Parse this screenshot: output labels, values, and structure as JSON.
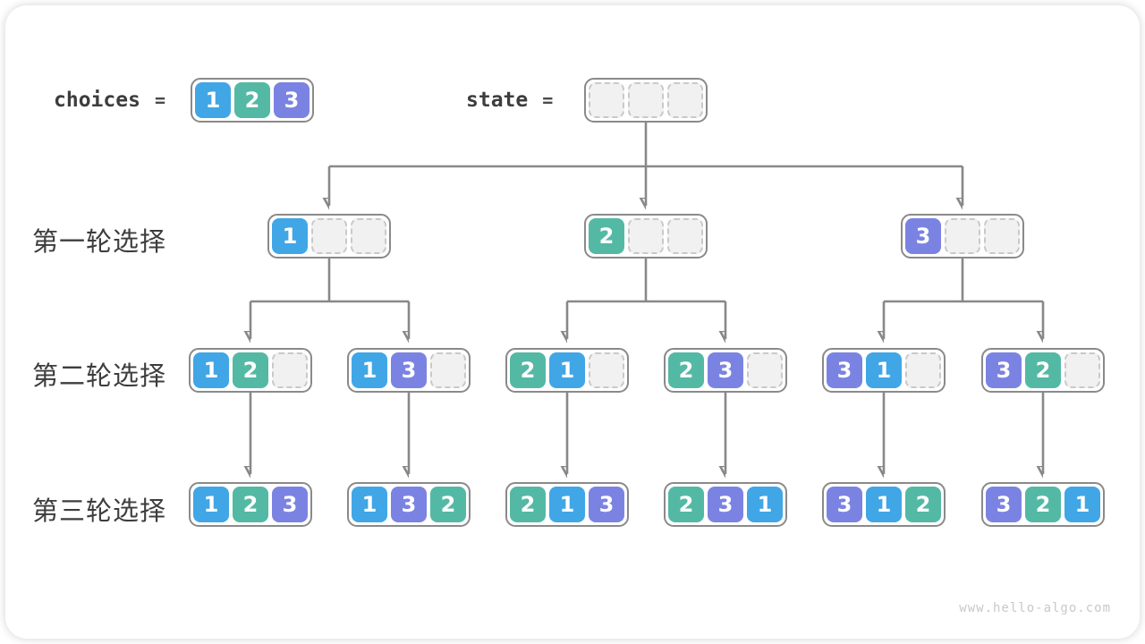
{
  "colors": {
    "c1": "#41a6e6",
    "c2": "#54b9a4",
    "c3": "#7b83e2",
    "arrow": "#888888",
    "node-border": "#8a8a8a"
  },
  "header": {
    "choices_label": "choices",
    "choices_eq": "=",
    "choices_cells": [
      "1",
      "2",
      "3"
    ],
    "state_label": "state",
    "state_eq": "=",
    "state_cells": [
      "",
      "",
      ""
    ]
  },
  "rounds": [
    {
      "label": "第一轮选择",
      "nodes": [
        [
          "1",
          "",
          ""
        ],
        [
          "2",
          "",
          ""
        ],
        [
          "3",
          "",
          ""
        ]
      ]
    },
    {
      "label": "第二轮选择",
      "nodes": [
        [
          "1",
          "2",
          ""
        ],
        [
          "1",
          "3",
          ""
        ],
        [
          "2",
          "1",
          ""
        ],
        [
          "2",
          "3",
          ""
        ],
        [
          "3",
          "1",
          ""
        ],
        [
          "3",
          "2",
          ""
        ]
      ]
    },
    {
      "label": "第三轮选择",
      "nodes": [
        [
          "1",
          "2",
          "3"
        ],
        [
          "1",
          "3",
          "2"
        ],
        [
          "2",
          "1",
          "3"
        ],
        [
          "2",
          "3",
          "1"
        ],
        [
          "3",
          "1",
          "2"
        ],
        [
          "3",
          "2",
          "1"
        ]
      ]
    }
  ],
  "watermark": "www.hello-algo.com"
}
